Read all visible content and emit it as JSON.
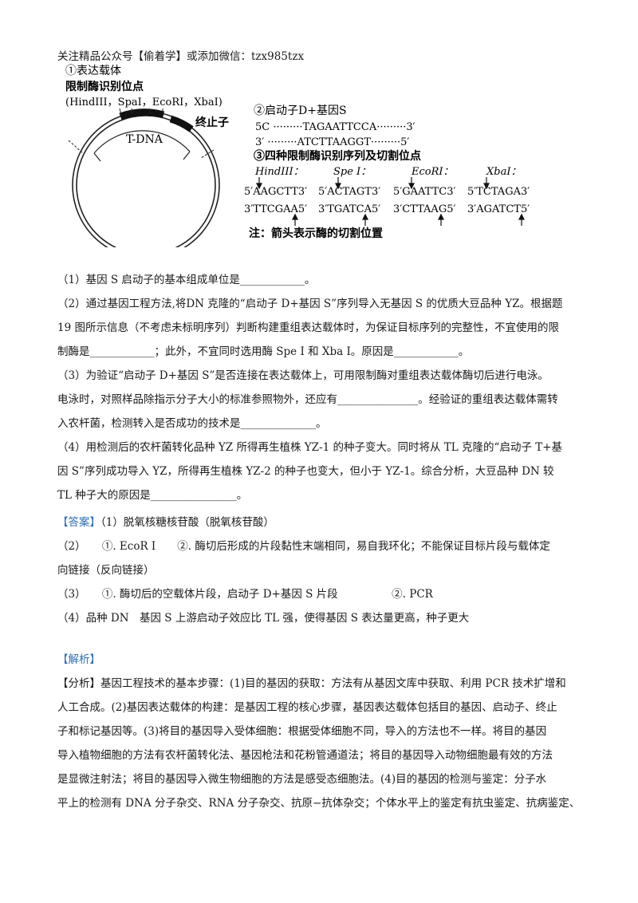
{
  "header": {
    "watermark": "关注精品公众号【偷着学】或添加微信：tzx985tzx"
  },
  "figure": {
    "panel1_title": "①表达载体",
    "panel1_sub": "限制酶识别位点",
    "site_list": "(HindIII，SpaI，EcoRI，XbaI)",
    "tdna_label": "T-DNA",
    "terminator_label": "终止子",
    "panel2_title": "②启动子D+基因S",
    "seq_top": "5C ·········TAGAATTCCA·········3′",
    "seq_bottom": "3′ ·········ATCTTAAGGT·········5′",
    "panel3_title": "③四种限制酶识别序列及切割位点",
    "enzymes": [
      {
        "name": "HindIII：",
        "top": "5′AAGCTT3′",
        "bottom": "3′TTCGAA5′"
      },
      {
        "name": "Spe I：",
        "top": "5′ACTAGT3′",
        "bottom": "3′TGATCA5′"
      },
      {
        "name": "EcoRI：",
        "top": "5′GAATTC3′",
        "bottom": "3′CTTAAG5′"
      },
      {
        "name": "XbaI：",
        "top": "5′TCTAGA3′",
        "bottom": "3′AGATCT5′"
      }
    ],
    "note": "注：箭头表示酶的切割位置"
  },
  "questions": {
    "q1": "（1）基因 S 启动子的基本组成单位是____________。",
    "q2_l1": "（2）通过基因工程方法,将DN 克隆的“启动子 D+基因 S”序列导入无基因 S 的优质大豆品种 YZ。根据题",
    "q2_l2": "19 图所示信息（不考虑未标明序列）判断构建重组表达载体时，为保证目标序列的完整性，不宜使用的限",
    "q2_l3": "制酶是____________；此外，不宜同时选用酶 Spe Ⅰ 和 Xba Ⅰ。原因是____________。",
    "q3_l1": "（3）为验证“启动子 D+基因 S”是否连接在表达载体上，可用限制酶对重组表达载体酶切后进行电泳。",
    "q3_l2": "电泳时，对照样品除指示分子大小的标准参照物外，还应有_______________。经验证的重组表达载体需转",
    "q3_l3": "入农杆菌，检测转入是否成功的技术是______________。",
    "q4_l1": "（4）用检测后的农杆菌转化品种 YZ 所得再生植株 YZ-1 的种子变大。同时将从 TL 克隆的“启动子 T+基",
    "q4_l2": "因 S”序列成功导入 YZ，所得再生植株 YZ-2 的种子也变大，但小于 YZ-1。综合分析，大豆品种 DN 较",
    "q4_l3": "TL 种子大的原因是________________。"
  },
  "answer": {
    "tag": "【答案】",
    "a1": "（1）脱氧核糖核苷酸（脱氧核苷酸）",
    "a2_l1": "（2）　　①. EcoR Ⅰ　　②. 酶切后形成的片段黏性末端相同，易自我环化；不能保证目标片段与载体定",
    "a2_l2": "向链接（反向链接）",
    "a3": "（3）　　①. 酶切后的空载体片段，启动子 D+基因 S 片段　　　　　②. PCR",
    "a4": "（4）品种 DN　基因 S 上游启动子效应比 TL 强，使得基因 S 表达量更高，种子更大"
  },
  "analysis": {
    "tag": "【解析】",
    "lines": [
      "【分析】基因工程技术的基本步骤：(1)目的基因的获取：方法有从基因文库中获取、利用 PCR 技术扩增和",
      "人工合成。(2)基因表达载体的构建：是基因工程的核心步骤，基因表达载体包括目的基因、启动子、终止",
      "子和标记基因等。(3)将目的基因导入受体细胞：根据受体细胞不同，导入的方法也不一样。将目的基因",
      "导入植物细胞的方法有农杆菌转化法、基因枪法和花粉管通道法；将目的基因导入动物细胞最有效的方法",
      "是显微注射法；将目的基因导入微生物细胞的方法是感受态细胞法。(4)目的基因的检测与鉴定：分子水",
      "平上的检测有 DNA 分子杂交、RNA 分子杂交、抗原−抗体杂交；个体水平上的鉴定有抗虫鉴定、抗病鉴定、"
    ]
  }
}
